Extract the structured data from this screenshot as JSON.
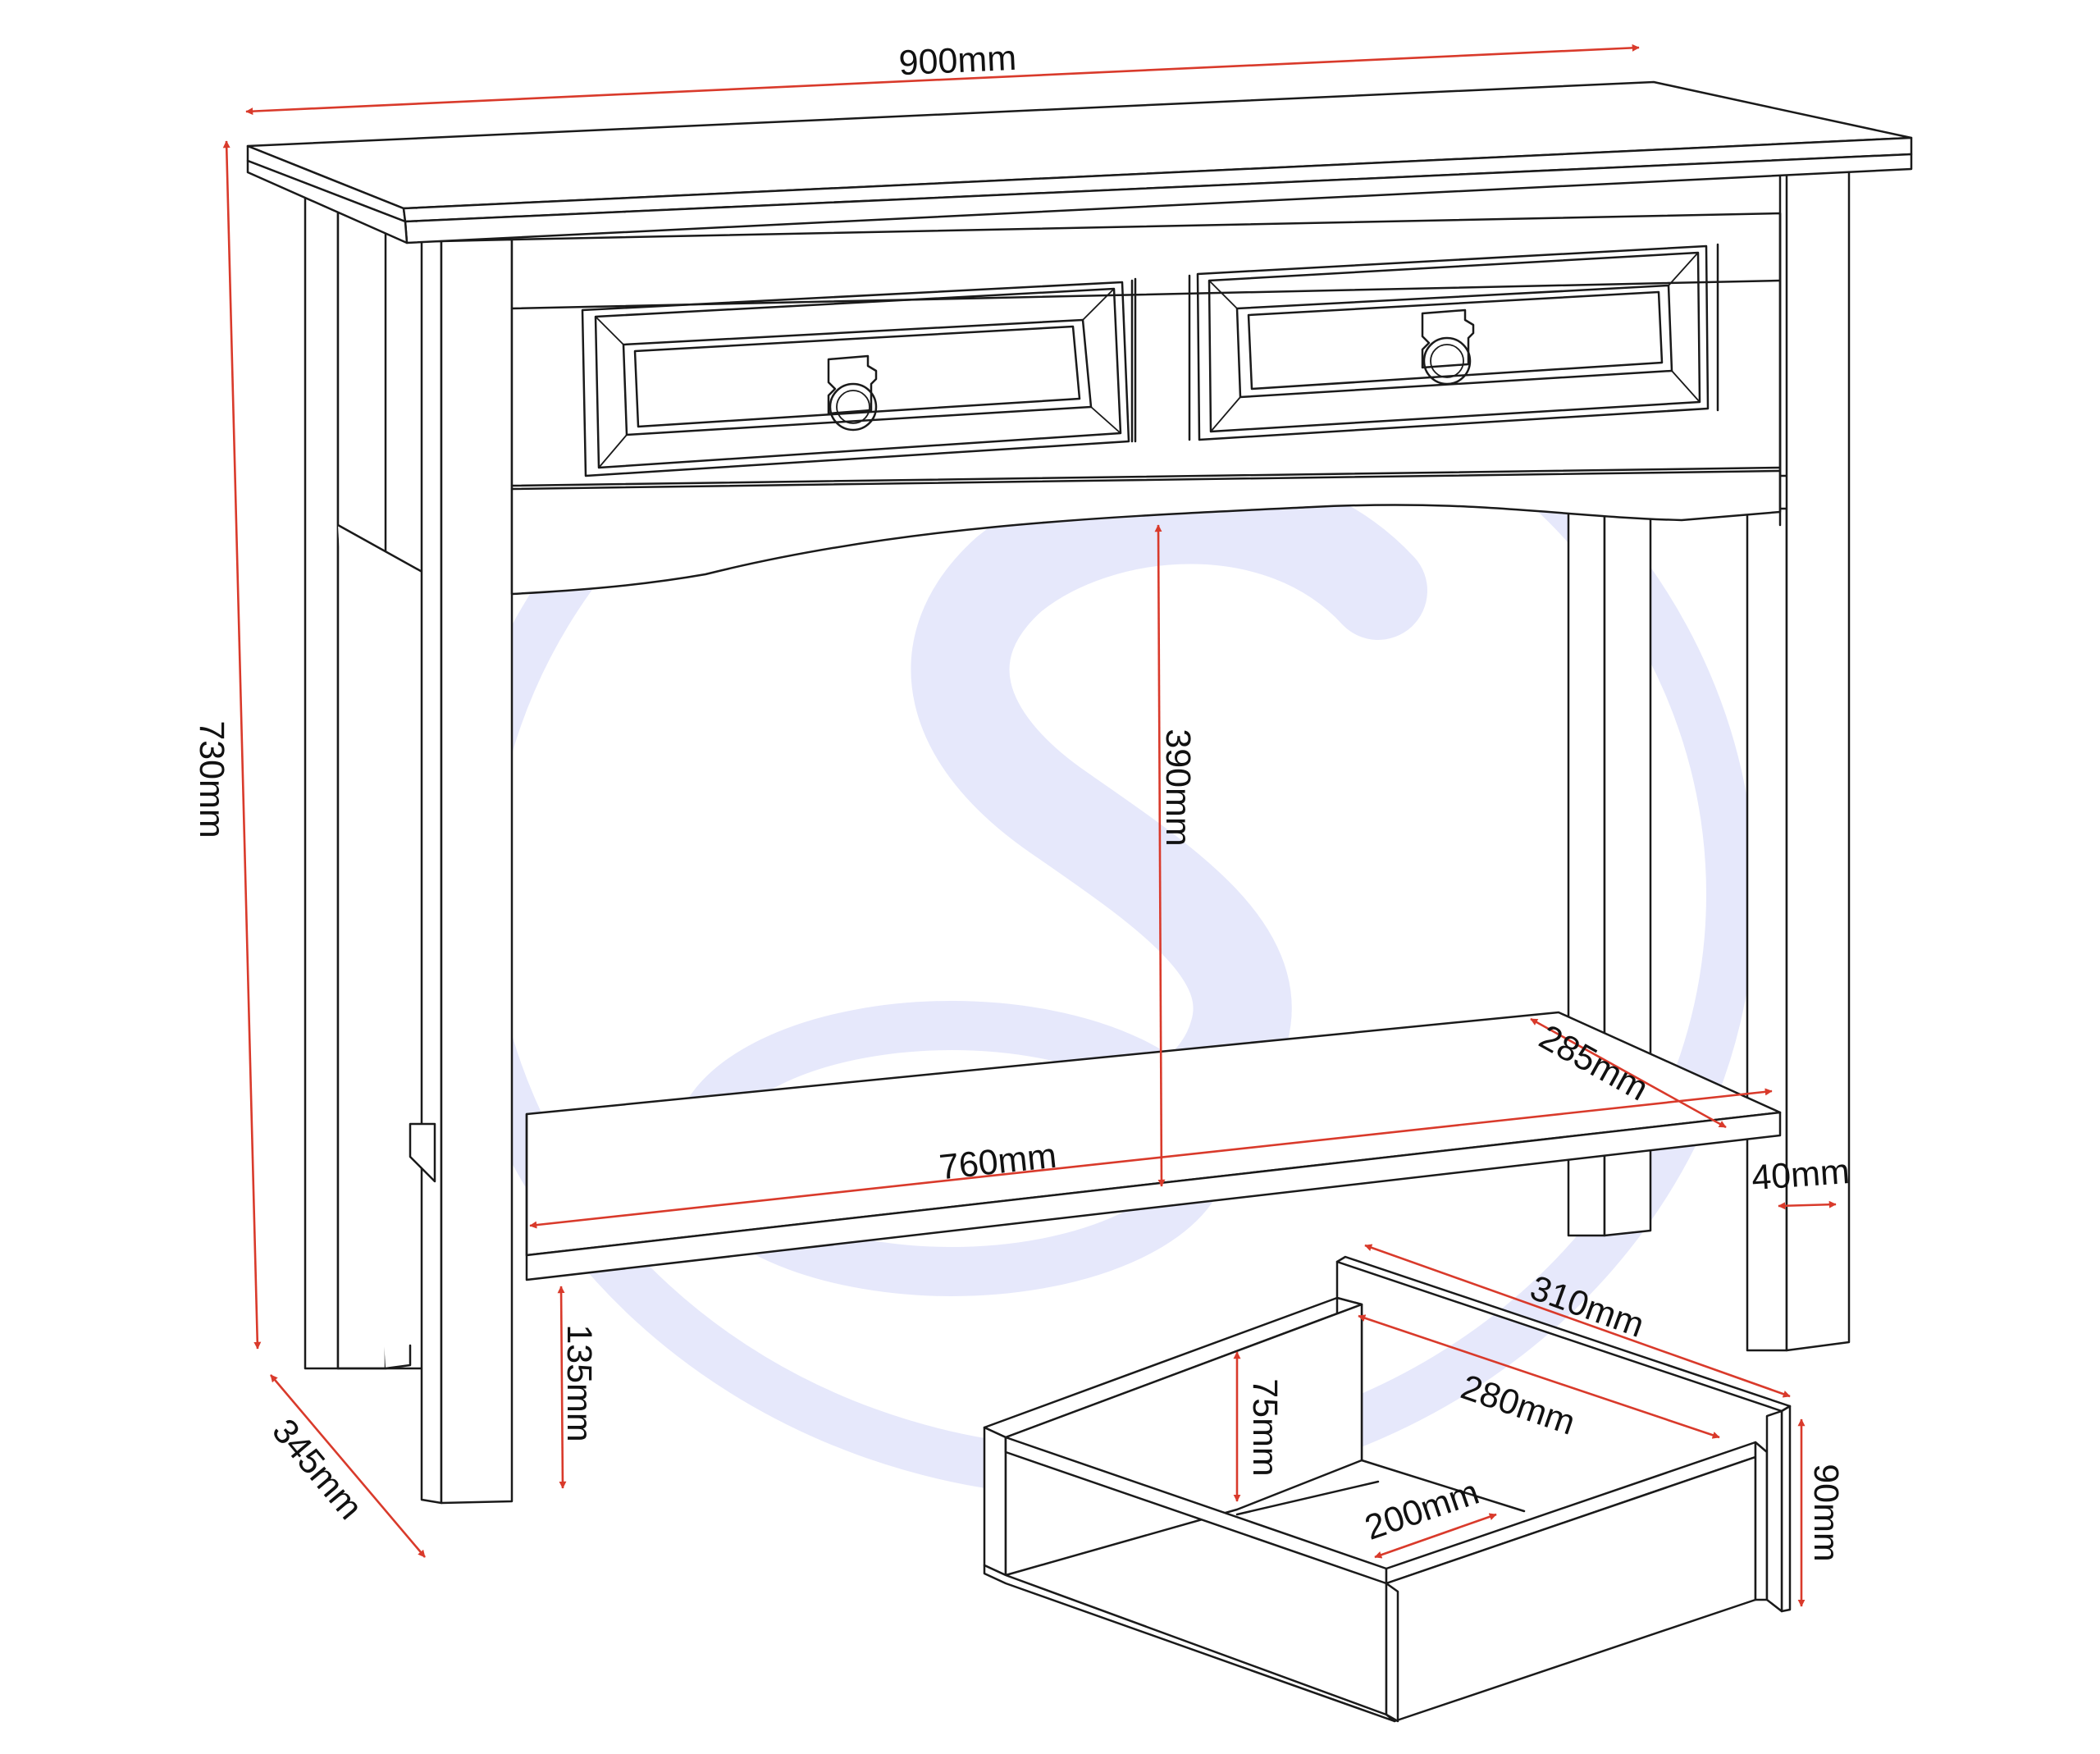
{
  "colors": {
    "outline": "#1a1a1a",
    "dimension_line": "#d93a2b",
    "watermark": "#e6e8fb",
    "background": "#ffffff"
  },
  "dimensions": {
    "overall_width": "900mm",
    "overall_height": "730mm",
    "overall_depth": "345mm",
    "shelf_clearance": "390mm",
    "shelf_width": "760mm",
    "shelf_depth": "285mm",
    "leg_width": "40mm",
    "shelf_height": "135mm",
    "drawer_depth_outer": "310mm",
    "drawer_depth_inner": "280mm",
    "drawer_height_inner": "75mm",
    "drawer_height_outer": "90mm",
    "drawer_width_inner": "200mm"
  },
  "icons": {
    "watermark": "s-logo-watermark-icon",
    "drawer_handle": "ring-pull-handle-icon",
    "arrowhead": "arrowhead-icon"
  }
}
